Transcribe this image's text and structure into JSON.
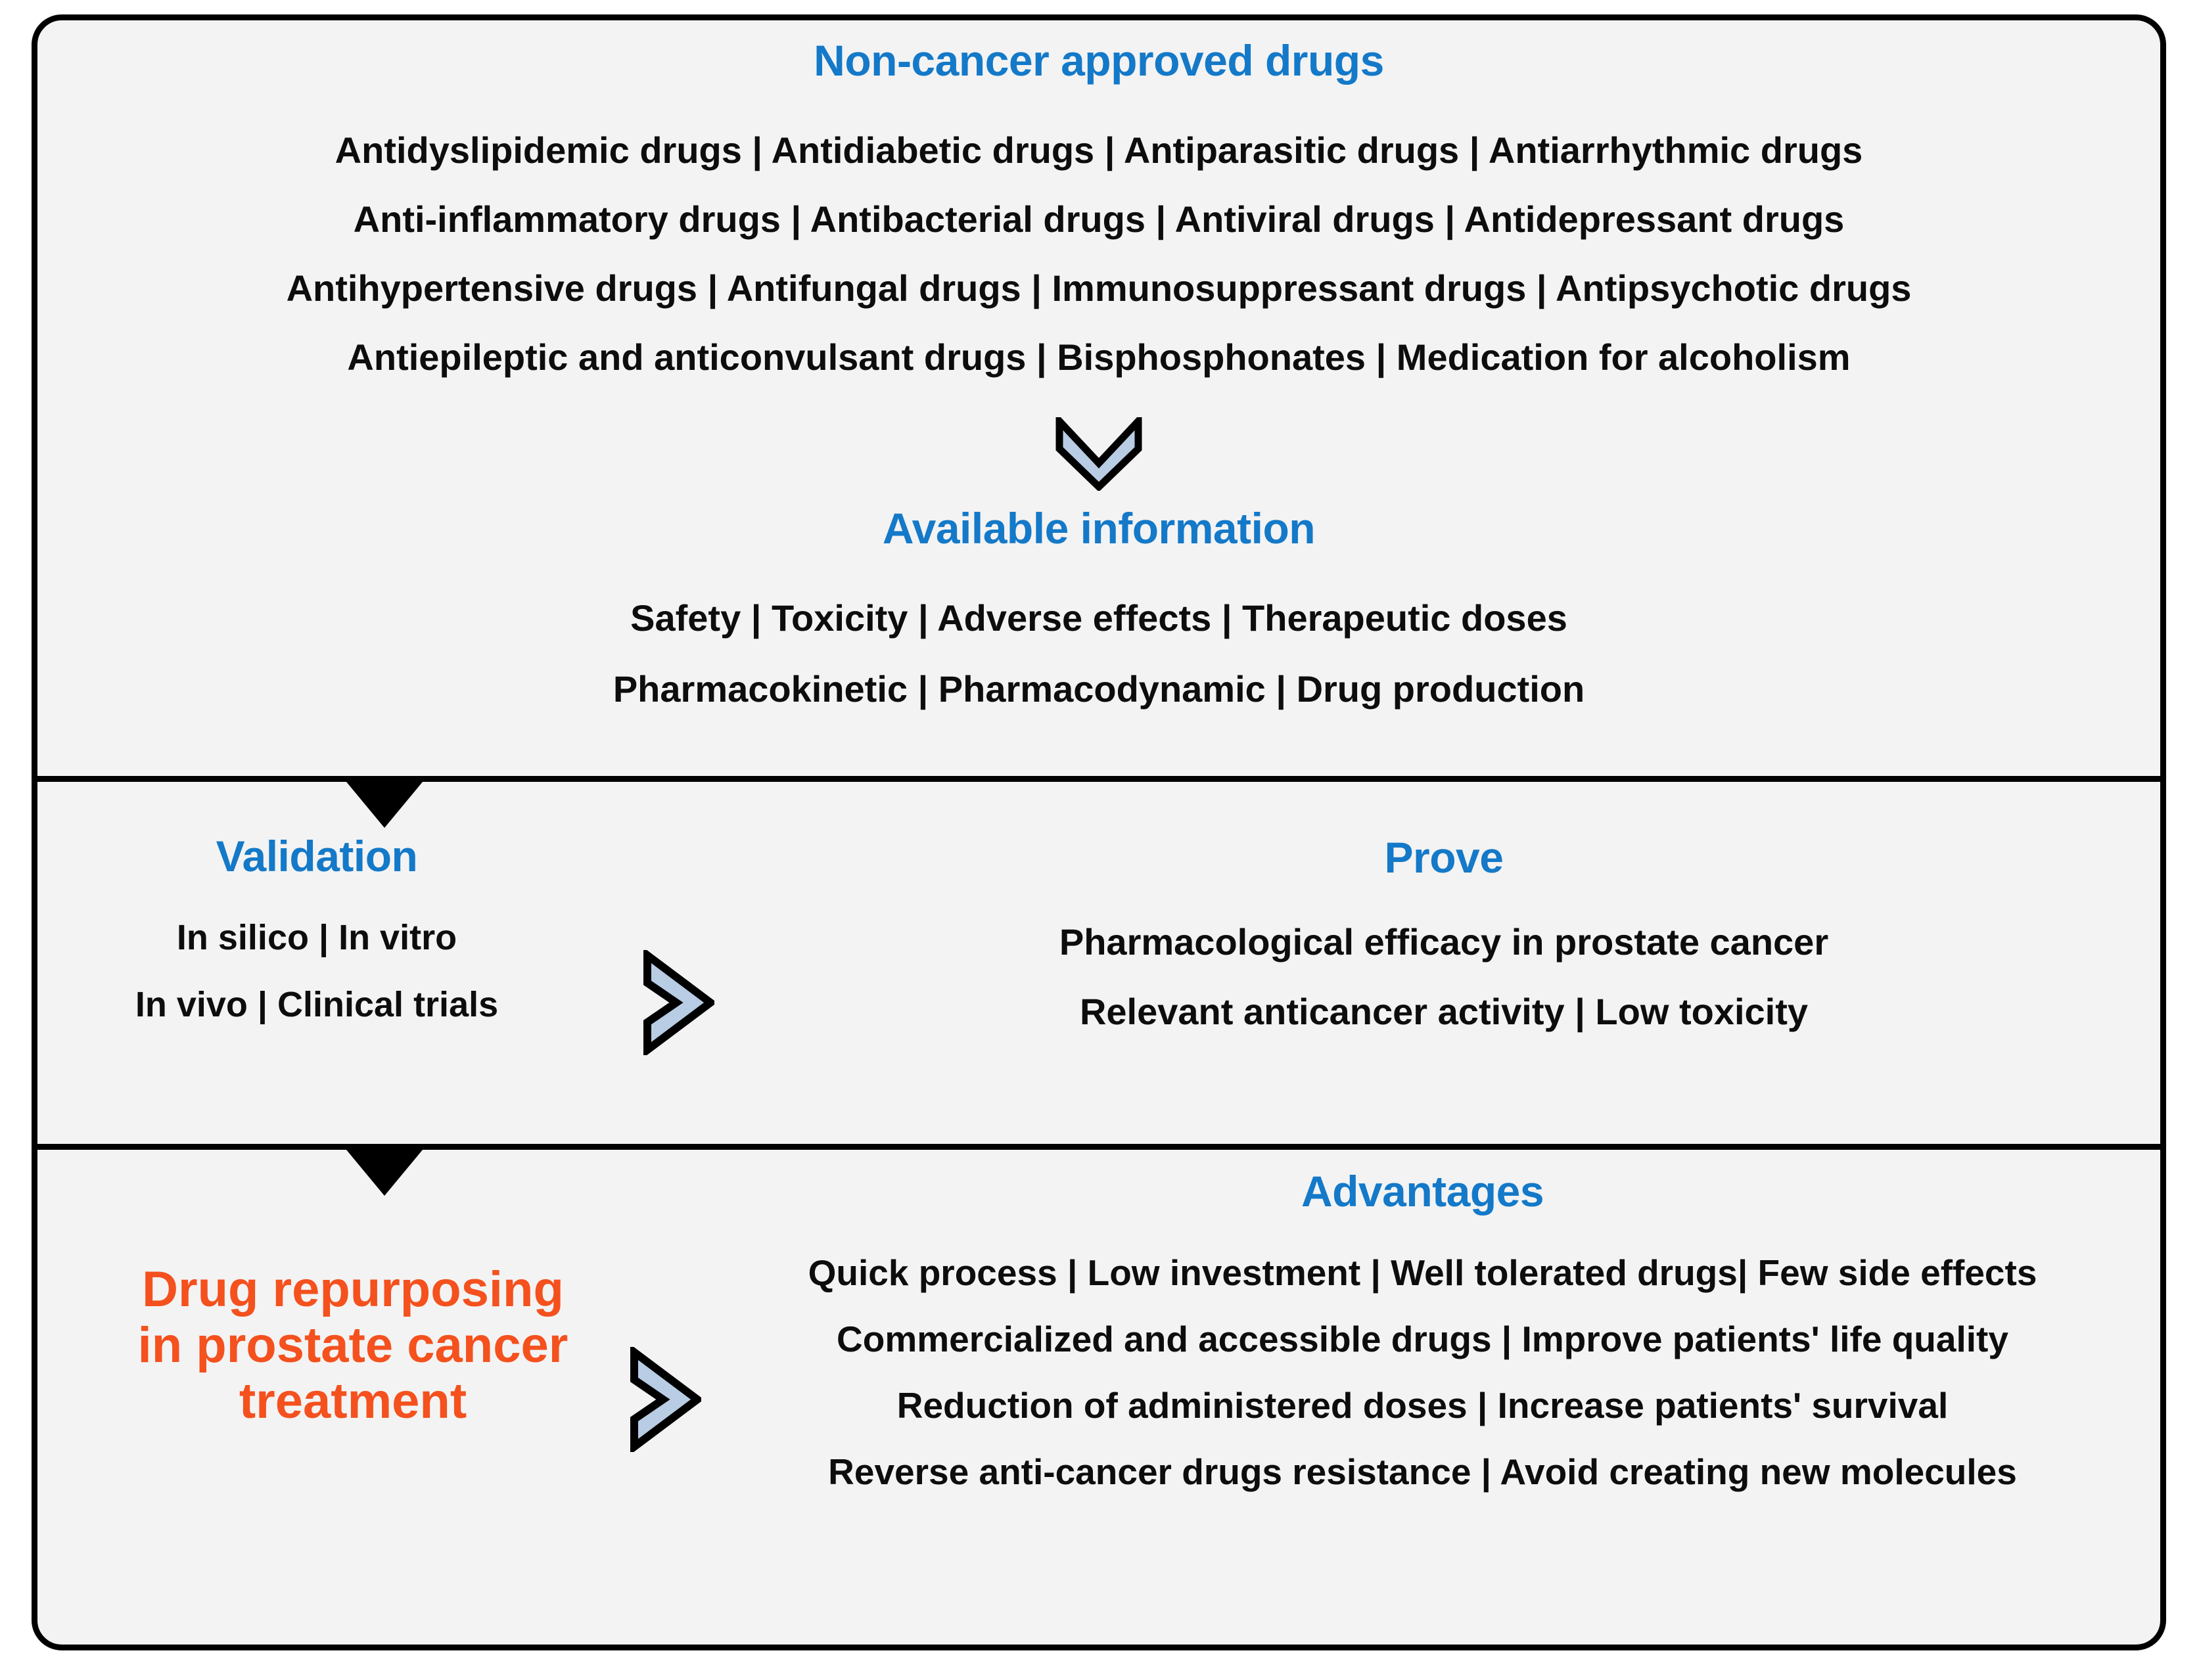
{
  "colors": {
    "heading_blue": "#1479c8",
    "accent_orange": "#f4511e",
    "body_black": "#0d0d0d",
    "panel_fill": "#f3f3f3",
    "border_black": "#000000",
    "chevron_fill": "#b8cce4",
    "chevron_stroke": "#000000"
  },
  "section1": {
    "title": "Non-cancer approved drugs",
    "drug_lines": [
      "Antidyslipidemic drugs | Antidiabetic drugs | Antiparasitic drugs | Antiarrhythmic drugs",
      "Anti-inflammatory drugs | Antibacterial drugs | Antiviral drugs | Antidepressant drugs",
      "Antihypertensive drugs | Antifungal drugs | Immunosuppressant drugs | Antipsychotic drugs",
      "Antiepileptic and anticonvulsant drugs | Bisphosphonates | Medication for alcoholism"
    ],
    "available_title": "Available information",
    "available_lines": [
      "Safety | Toxicity | Adverse effects | Therapeutic doses",
      "Pharmacokinetic | Pharmacodynamic | Drug production"
    ]
  },
  "section2": {
    "validation_title": "Validation",
    "validation_lines": [
      "In silico | In vitro",
      "In vivo | Clinical trials"
    ],
    "prove_title": "Prove",
    "prove_lines": [
      "Pharmacological efficacy in prostate cancer",
      "Relevant anticancer activity | Low toxicity"
    ]
  },
  "section3": {
    "focus_lines": [
      "Drug repurposing",
      "in prostate cancer",
      "treatment"
    ],
    "advantages_title": "Advantages",
    "advantages_lines": [
      "Quick process | Low investment | Well tolerated drugs| Few side effects",
      "Commercialized and accessible drugs | Improve patients' life quality",
      "Reduction of administered doses | Increase patients' survival",
      "Reverse anti-cancer drugs resistance | Avoid creating new molecules"
    ]
  }
}
